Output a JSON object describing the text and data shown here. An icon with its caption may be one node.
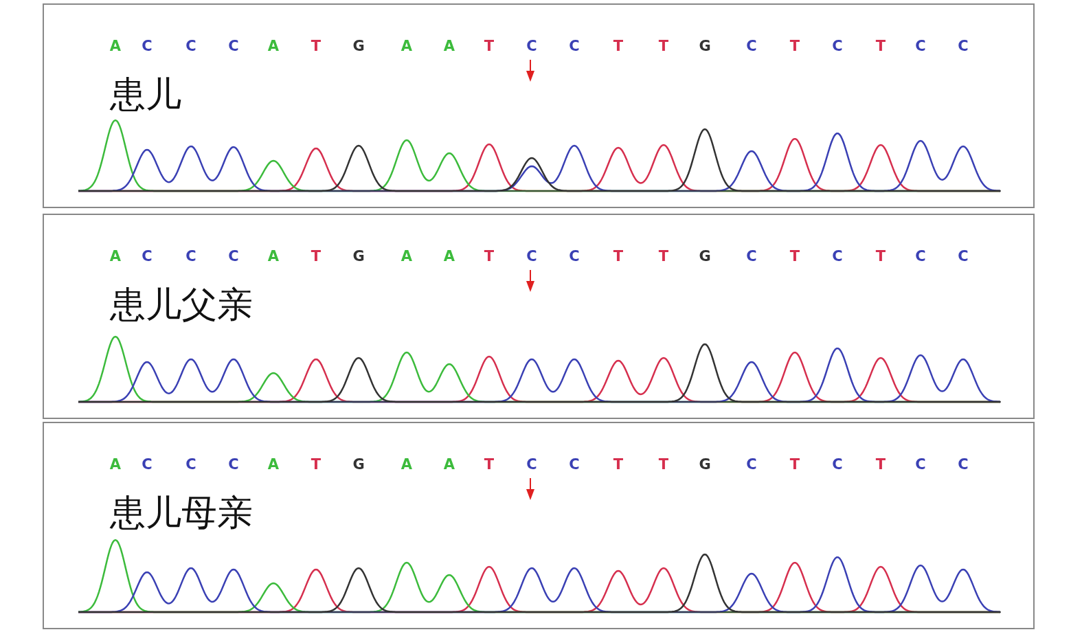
{
  "diagram": {
    "nodes": [
      {
        "text": [
          "患儿"
        ]
      },
      {
        "text": [
          "患儿父亲"
        ]
      },
      {
        "text": [
          "患儿母亲"
        ]
      }
    ],
    "labels": [
      "A",
      "C",
      "C",
      "C",
      "A",
      "T",
      "G",
      "A",
      "A",
      "T",
      "C",
      "C",
      "T",
      "T",
      "G",
      "C",
      "T",
      "C",
      "T",
      "C",
      "C",
      "A",
      "C",
      "C",
      "C",
      "A",
      "T",
      "G",
      "A",
      "A",
      "T",
      "C",
      "C",
      "T",
      "T",
      "G",
      "C",
      "T",
      "C",
      "T",
      "C",
      "C",
      "A",
      "C",
      "C",
      "C",
      "A",
      "T",
      "G",
      "A",
      "A",
      "T",
      "C",
      "C",
      "T",
      "T",
      "G",
      "C",
      "T",
      "C",
      "T",
      "C",
      "C"
    ]
  }
}
